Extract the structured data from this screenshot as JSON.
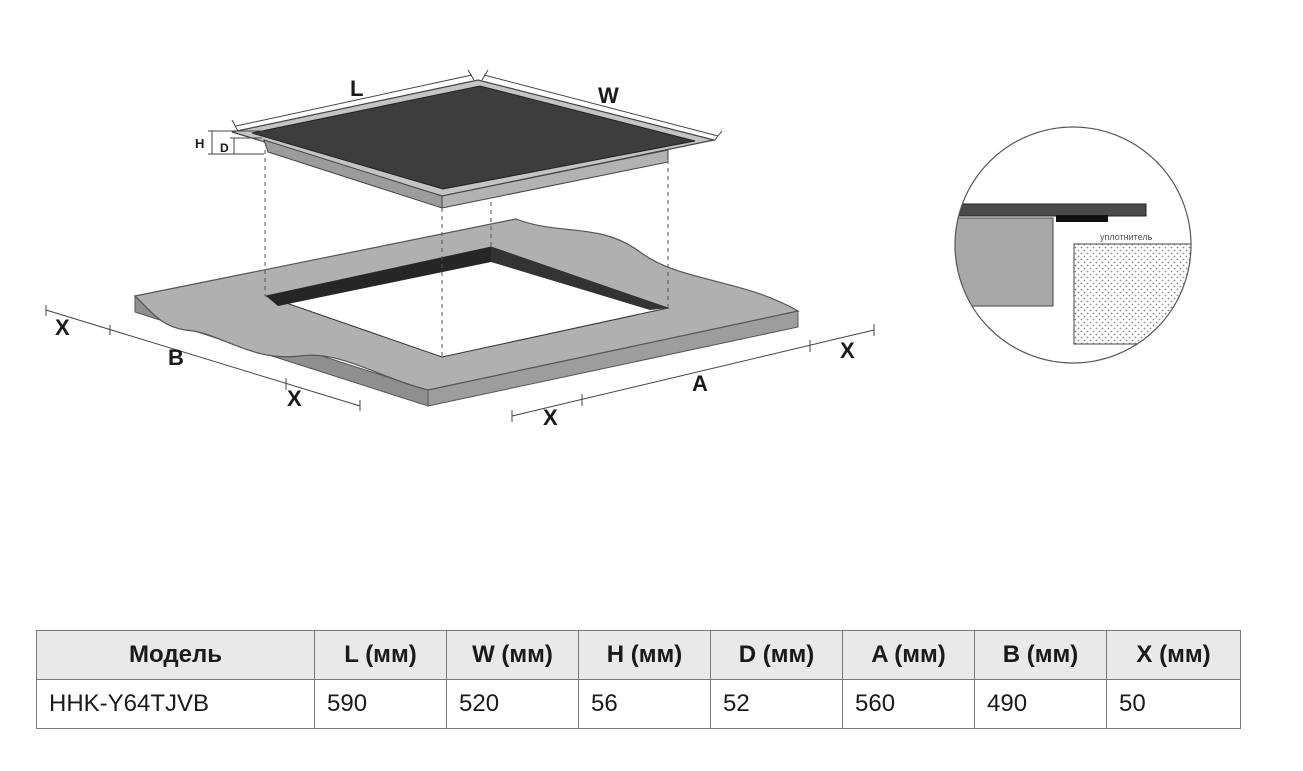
{
  "diagram": {
    "labels": {
      "l": "L",
      "w": "W",
      "h": "H",
      "d": "D",
      "a": "A",
      "b": "B",
      "x": "X"
    },
    "callout_label": "уплотнитель"
  },
  "table": {
    "headers": [
      "Модель",
      "L (мм)",
      "W (мм)",
      "H (мм)",
      "D (мм)",
      "A (мм)",
      "B (мм)",
      "X (мм)"
    ],
    "rows": [
      [
        "HHK-Y64TJVB",
        "590",
        "520",
        "56",
        "52",
        "560",
        "490",
        "50"
      ]
    ]
  },
  "colors": {
    "glass": "#3d3d3d",
    "frame": "#a8a8a8",
    "countertop": "#acacac",
    "cutout_edge": "#262626",
    "header_bg": "#e9e9e9"
  }
}
